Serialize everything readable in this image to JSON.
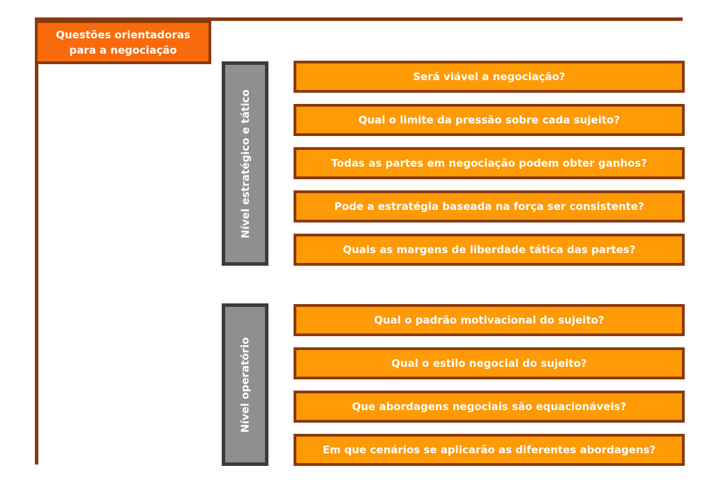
{
  "title": "Questões orientadoras para a negociação",
  "levels": [
    {
      "label": "Nível estratégico e tático",
      "questions": [
        "Será viável a negociação?",
        "Qual o limite da pressão sobre cada sujeito?",
        "Todas as partes em negociação podem obter ganhos?",
        "Pode a estratégia baseada na força ser consistente?",
        "Quais as margens de liberdade tática das partes?"
      ]
    },
    {
      "label": "Nível operatório",
      "questions": [
        "Qual o padrão motivacional do sujeito?",
        "Qual o estilo negocial do sujeito?",
        "Que abordagens negociais são equacionáveis?",
        "Em que cenários se aplicarão as diferentes abordagens?"
      ]
    }
  ],
  "colors": {
    "title_fill": "#f86a0b",
    "question_fill": "#fe9a05",
    "border": "#8a3a0e",
    "level_fill": "#8f8f8f",
    "level_border": "#3b3b3b"
  }
}
